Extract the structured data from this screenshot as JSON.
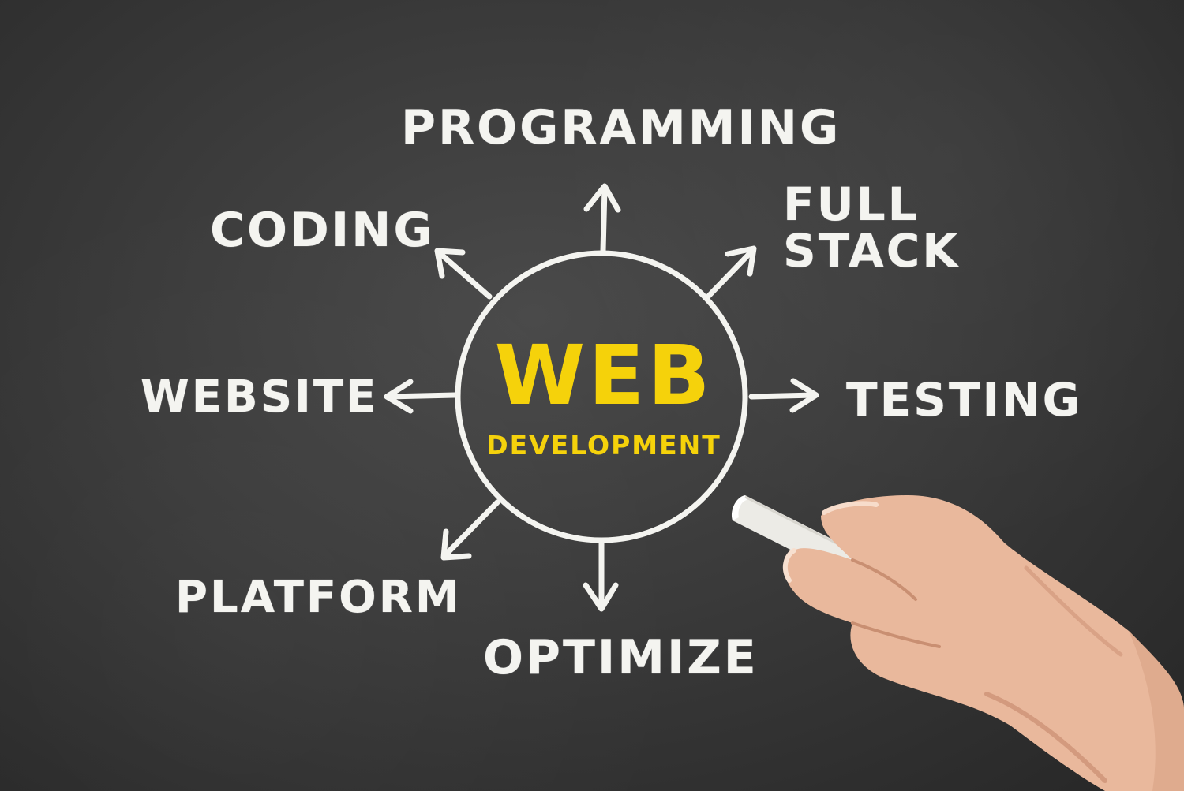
{
  "diagram": {
    "center": {
      "title": "WEB",
      "subtitle": "DEVELOPMENT",
      "color": "#f5d20a"
    },
    "branches": [
      {
        "id": "programming",
        "label": "PROGRAMMING"
      },
      {
        "id": "full-stack",
        "label_line1": "FULL",
        "label_line2": "STACK"
      },
      {
        "id": "testing",
        "label": "TESTING"
      },
      {
        "id": "optimize",
        "label": "OPTIMIZE"
      },
      {
        "id": "platform",
        "label": "PLATFORM"
      },
      {
        "id": "website",
        "label": "WEBSITE"
      },
      {
        "id": "coding",
        "label": "CODING"
      }
    ],
    "chalk_color": "#f4f4f0",
    "board_color": "#3a3a3a"
  }
}
